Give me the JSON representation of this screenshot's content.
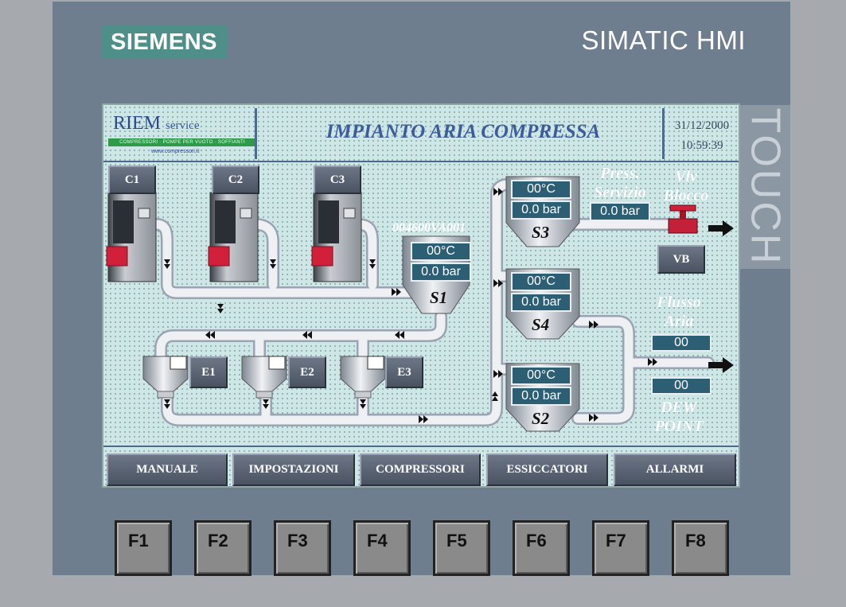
{
  "device": {
    "brand": "SIEMENS",
    "product": "SIMATIC HMI",
    "touch_label": "TOUCH",
    "function_keys": [
      "F1",
      "F2",
      "F3",
      "F4",
      "F5",
      "F6",
      "F7",
      "F8"
    ]
  },
  "header": {
    "company": "RIEM",
    "company_suffix": "service",
    "tagline": "COMPRESSORI · POMPE PER VUOTO · SOFFIANTI",
    "website": "www.compressori.it",
    "title": "IMPIANTO ARIA COMPRESSA",
    "date": "31/12/2000",
    "time": "10:59:39"
  },
  "compressors": [
    {
      "label": "C1"
    },
    {
      "label": "C2"
    },
    {
      "label": "C3"
    }
  ],
  "dryers": [
    {
      "label": "E1"
    },
    {
      "label": "E2"
    },
    {
      "label": "E3"
    }
  ],
  "tanks": {
    "s1": {
      "label": "S1",
      "tag": "004600VA001",
      "temperature": "00°C",
      "pressure": "0.0 bar"
    },
    "s2": {
      "label": "S2",
      "temperature": "00°C",
      "pressure": "0.0 bar"
    },
    "s3": {
      "label": "S3",
      "temperature": "00°C",
      "pressure": "0.0 bar"
    },
    "s4": {
      "label": "S4",
      "temperature": "00°C",
      "pressure": "0.0 bar"
    }
  },
  "service_pressure": {
    "label_line1": "Press.",
    "label_line2": "Servizio",
    "value": "0.0 bar"
  },
  "valve": {
    "label_line1": "Vlv",
    "label_line2": "Blocco",
    "button": "VB"
  },
  "flow": {
    "label_line1": "Flusso",
    "label_line2": "Aria",
    "value": "00"
  },
  "dew_point": {
    "label_line1": "DEW",
    "label_line2": "POINT",
    "value": "00"
  },
  "nav": [
    "MANUALE",
    "IMPOSTAZIONI",
    "COMPRESSORI",
    "ESSICCATORI",
    "ALLARMI"
  ],
  "colors": {
    "device_body": "#6f7e8e",
    "screen_bg": "#cfe6e6",
    "field_bg": "#2c5e74",
    "pipe": "#e6e8ee",
    "motor": "#d2203a",
    "brand_box": "#4e8f8a"
  }
}
